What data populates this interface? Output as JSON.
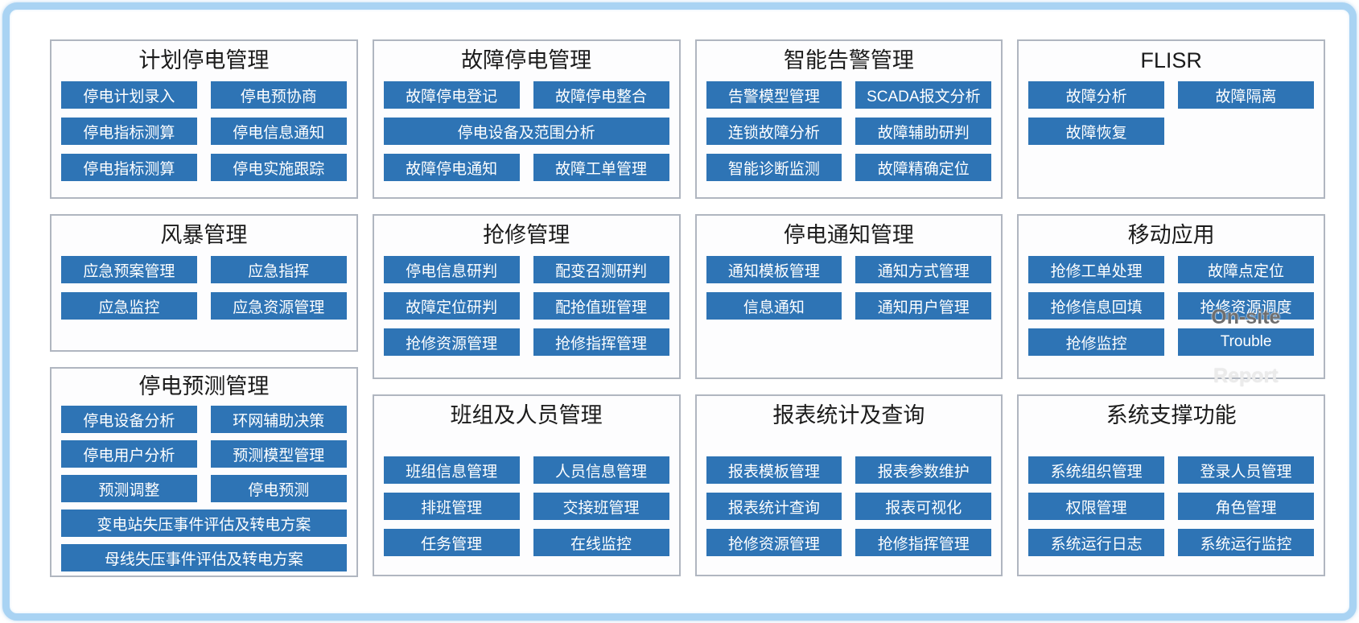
{
  "colors": {
    "frame_border": "#a9d3f3",
    "panel_border": "#b0b6c0",
    "button_bg": "#2e74b5",
    "button_text": "#ffffff",
    "title_text": "#1b1b1b"
  },
  "overlays": {
    "on_site": "On-site",
    "report": "Report"
  },
  "panels": [
    {
      "title": "计划停电管理",
      "buttons": [
        {
          "label": "停电计划录入"
        },
        {
          "label": "停电预协商"
        },
        {
          "label": "停电指标测算"
        },
        {
          "label": "停电信息通知"
        },
        {
          "label": "停电指标测算"
        },
        {
          "label": "停电实施跟踪"
        }
      ]
    },
    {
      "title": "故障停电管理",
      "buttons": [
        {
          "label": "故障停电登记"
        },
        {
          "label": "故障停电整合"
        },
        {
          "label": "停电设备及范围分析"
        },
        {
          "label": "故障停电通知"
        },
        {
          "label": "故障工单管理"
        }
      ]
    },
    {
      "title": "智能告警管理",
      "buttons": [
        {
          "label": "告警模型管理"
        },
        {
          "label": "SCADA报文分析"
        },
        {
          "label": "连锁故障分析"
        },
        {
          "label": "故障辅助研判"
        },
        {
          "label": "智能诊断监测"
        },
        {
          "label": "故障精确定位"
        }
      ]
    },
    {
      "title": "FLISR",
      "buttons": [
        {
          "label": "故障分析"
        },
        {
          "label": "故障隔离"
        },
        {
          "label": "故障恢复"
        }
      ]
    },
    {
      "title": "风暴管理",
      "buttons": [
        {
          "label": "应急预案管理"
        },
        {
          "label": "应急指挥"
        },
        {
          "label": "应急监控"
        },
        {
          "label": "应急资源管理"
        }
      ]
    },
    {
      "title": "抢修管理",
      "buttons": [
        {
          "label": "停电信息研判"
        },
        {
          "label": "配变召测研判"
        },
        {
          "label": "故障定位研判"
        },
        {
          "label": "配抢值班管理"
        },
        {
          "label": "抢修资源管理"
        },
        {
          "label": "抢修指挥管理"
        }
      ]
    },
    {
      "title": "停电通知管理",
      "buttons": [
        {
          "label": "通知模板管理"
        },
        {
          "label": "通知方式管理"
        },
        {
          "label": "信息通知"
        },
        {
          "label": "通知用户管理"
        }
      ]
    },
    {
      "title": "移动应用",
      "buttons": [
        {
          "label": "抢修工单处理"
        },
        {
          "label": "故障点定位"
        },
        {
          "label": "抢修信息回填"
        },
        {
          "label": "抢修资源调度"
        },
        {
          "label": "抢修监控"
        },
        {
          "label": "Trouble"
        }
      ]
    },
    {
      "title": "停电预测管理",
      "buttons": [
        {
          "label": "停电设备分析"
        },
        {
          "label": "环网辅助决策"
        },
        {
          "label": "停电用户分析"
        },
        {
          "label": "预测模型管理"
        },
        {
          "label": "预测调整"
        },
        {
          "label": "停电预测"
        },
        {
          "label": "变电站失压事件评估及转电方案"
        },
        {
          "label": "母线失压事件评估及转电方案"
        }
      ]
    },
    {
      "title": "班组及人员管理",
      "buttons": [
        {
          "label": "班组信息管理"
        },
        {
          "label": "人员信息管理"
        },
        {
          "label": "排班管理"
        },
        {
          "label": "交接班管理"
        },
        {
          "label": "任务管理"
        },
        {
          "label": "在线监控"
        }
      ]
    },
    {
      "title": "报表统计及查询",
      "buttons": [
        {
          "label": "报表模板管理"
        },
        {
          "label": "报表参数维护"
        },
        {
          "label": "报表统计查询"
        },
        {
          "label": "报表可视化"
        },
        {
          "label": "抢修资源管理"
        },
        {
          "label": "抢修指挥管理"
        }
      ]
    },
    {
      "title": "系统支撑功能",
      "buttons": [
        {
          "label": "系统组织管理"
        },
        {
          "label": "登录人员管理"
        },
        {
          "label": "权限管理"
        },
        {
          "label": "角色管理"
        },
        {
          "label": "系统运行日志"
        },
        {
          "label": "系统运行监控"
        }
      ]
    }
  ]
}
